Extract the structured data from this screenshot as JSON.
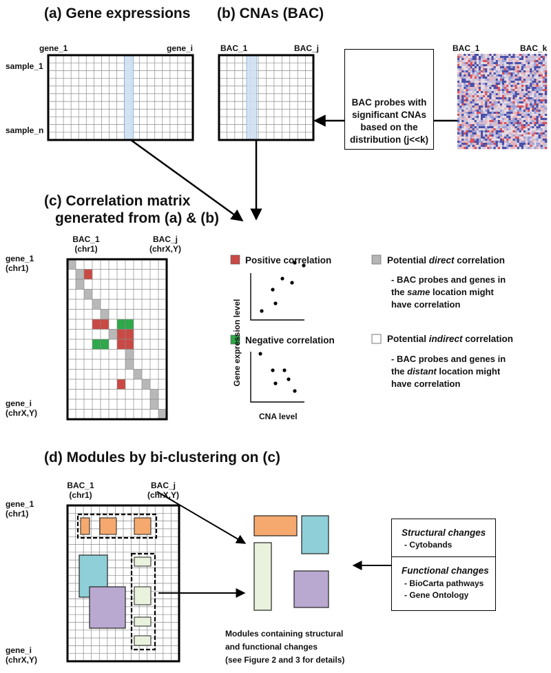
{
  "panel_a": {
    "title": "(a) Gene expressions",
    "col_first": "gene_1",
    "col_last": "gene_i",
    "row_first": "sample_1",
    "row_last": "sample_n"
  },
  "panel_b": {
    "title": "(b) CNAs (BAC)",
    "col_first": "BAC_1",
    "col_last": "BAC_j"
  },
  "heatmap": {
    "col_first": "BAC_1",
    "col_last": "BAC_k"
  },
  "distribution": {
    "caption_lines": [
      "BAC probes with",
      "significant CNAs",
      "based on the",
      "distribution (j<<k)"
    ]
  },
  "panel_c": {
    "title_line1": "(c) Correlation matrix",
    "title_line2": "generated from  (a) &  (b)",
    "col_first": "BAC_1",
    "col_first_sub": "(chr1)",
    "col_last": "BAC_j",
    "col_last_sub": "(chrX,Y)",
    "row_first": "gene_1",
    "row_first_sub": "(chr1)",
    "row_last": "gene_i",
    "row_last_sub": "(chrX,Y)"
  },
  "legend": {
    "positive": "Positive correlation",
    "negative": "Negative correlation",
    "x_axis": "CNA level",
    "y_axis": "Gene expression level",
    "direct": {
      "pre": "Potential ",
      "em": "direct",
      "post": " correlation"
    },
    "direct_note": {
      "l1": "- BAC probes and genes in",
      "l2_pre": "the ",
      "l2_em": "same",
      "l2_post": " location might",
      "l3": "have correlation"
    },
    "indirect": {
      "pre": "Potential ",
      "em": "indirect",
      "post": " correlation"
    },
    "indirect_note": {
      "l1": "- BAC probes and genes in",
      "l2_pre": "the ",
      "l2_em": "distant",
      "l2_post": " location might",
      "l3": "have correlation"
    }
  },
  "panel_d": {
    "title": "(d) Modules by bi-clustering on  (c)",
    "col_first": "BAC_1",
    "col_first_sub": "(chr1)",
    "col_last": "BAC_j",
    "col_last_sub": "(chrX,Y)",
    "row_first": "gene_1",
    "row_first_sub": "(chr1)",
    "row_last": "gene_i",
    "row_last_sub": "(chrX,Y)",
    "caption": [
      "Modules containing structural",
      "and functional changes",
      "(see Figure 2 and 3 for details)"
    ]
  },
  "annotation_box": {
    "structural_title": "Structural changes",
    "structural_items": [
      "- Cytobands"
    ],
    "functional_title": "Functional changes",
    "functional_items": [
      "- BioCarta pathways",
      "- Gene Ontology"
    ]
  },
  "colors": {
    "positive": "#c94a44",
    "negative": "#2ea84a",
    "grey": "#b8b8b8",
    "highlight": "#cfe0f3",
    "orange": "#f6a96e",
    "cyan": "#8ecfd8",
    "lavender": "#b9a8cf",
    "lightgreen": "#e9f2dc"
  }
}
